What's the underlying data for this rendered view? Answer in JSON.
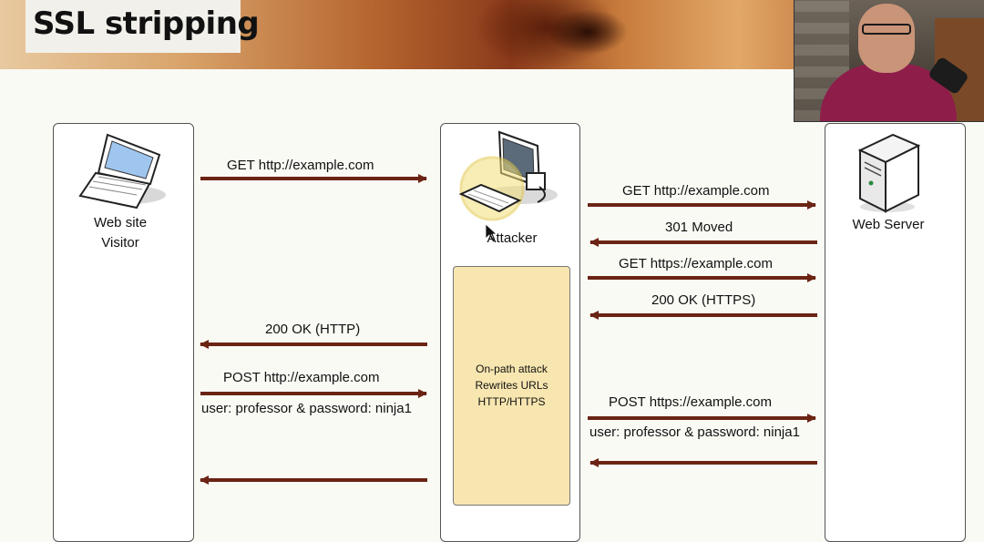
{
  "slide": {
    "title": "SSL stripping"
  },
  "actors": {
    "visitor": {
      "line1": "Web site",
      "line2": "Visitor",
      "icon": "laptop-icon"
    },
    "attacker": {
      "label": "Attacker",
      "icon": "desktop-computer-icon"
    },
    "server": {
      "label": "Web Server",
      "icon": "server-icon"
    }
  },
  "proxy": {
    "line1": "On-path attack",
    "line2": "Rewrites URLs",
    "line3": "HTTP/HTTPS"
  },
  "messages": {
    "m1": "GET http://example.com",
    "m2": "GET http://example.com",
    "m3": "301 Moved",
    "m4": "GET https://example.com",
    "m5": "200 OK (HTTPS)",
    "m6": "200 OK (HTTP)",
    "m7": "POST http://example.com",
    "m7b": "user: professor & password: ninja1",
    "m8": "POST https://example.com",
    "m8b": "user: professor & password: ninja1"
  },
  "colors": {
    "arrow": "#6b2414",
    "proxy_fill": "#f8e6b0"
  }
}
